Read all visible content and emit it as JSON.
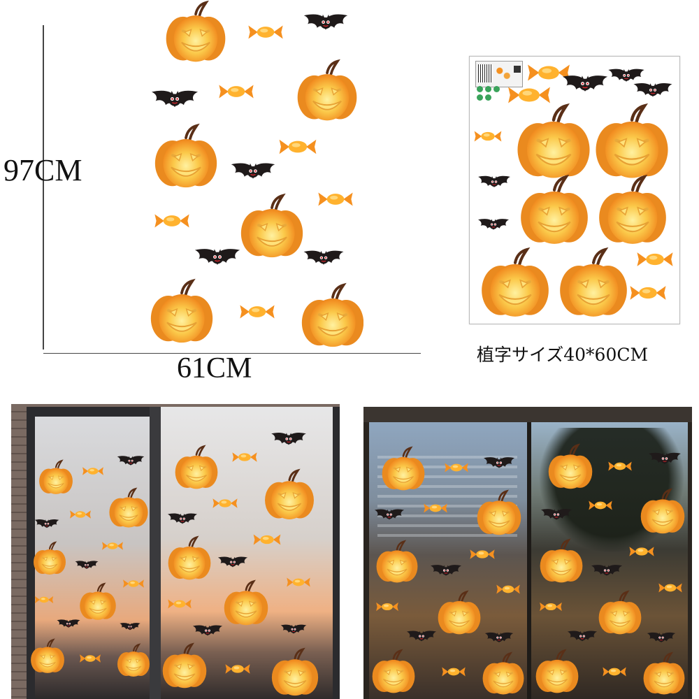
{
  "labels": {
    "height": "97CM",
    "width": "61CM",
    "sheet_size": "植字サイズ40*60CM"
  },
  "colors": {
    "pumpkin_outer": "#f29a2a",
    "pumpkin_inner": "#fbd35a",
    "pumpkin_face": "#ffe98a",
    "stem": "#6b3a1e",
    "bat": "#222222",
    "bat_eye": "#d6232a",
    "candy": "#f5901f",
    "candy_center": "#ffc23a"
  },
  "icons": {
    "pumpkin": "jack-o-lantern-icon",
    "bat": "bat-icon",
    "candy": "wrapped-candy-icon",
    "barcode": "barcode-icon",
    "qr": "qr-code-icon"
  }
}
